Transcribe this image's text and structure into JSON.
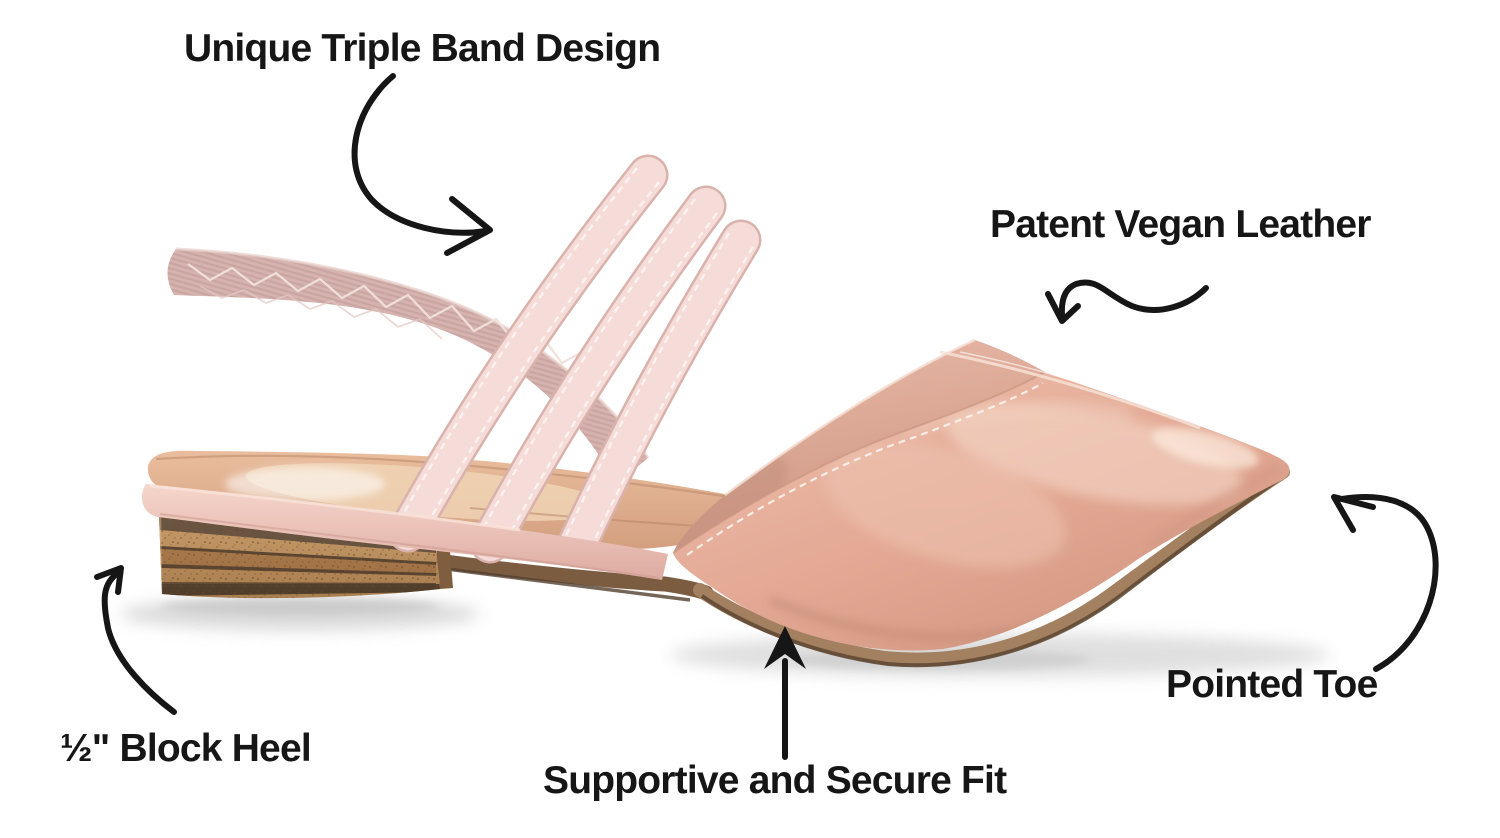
{
  "page": {
    "background_color": "#ffffff",
    "label_text_color": "#161616",
    "arrow_color": "#161616"
  },
  "annotations": {
    "triple_band": {
      "label": "Unique Triple Band Design"
    },
    "patent_leather": {
      "label": "Patent Vegan Leather"
    },
    "pointed_toe": {
      "label": "Pointed Toe"
    },
    "block_heel": {
      "label": "½\" Block Heel"
    },
    "secure_fit": {
      "label": "Supportive and Secure Fit"
    }
  },
  "shoe": {
    "colors": {
      "patent_upper": "#e3a892",
      "patent_highlight": "#f6dccd",
      "strap": "#f5dcd8",
      "strap_edge": "#d9b2ac",
      "strap_stitch": "#fcf3f0",
      "elastic_band": "#d6b3af",
      "insole": "#dca887",
      "insole_pad": "#f2d8ba",
      "midsole_rim": "#eac0b6",
      "heel_wood": "#c2925c",
      "heel_wood_dark": "#6a5642",
      "outsole": "#a3805f",
      "outsole_dark": "#5d4733"
    }
  }
}
